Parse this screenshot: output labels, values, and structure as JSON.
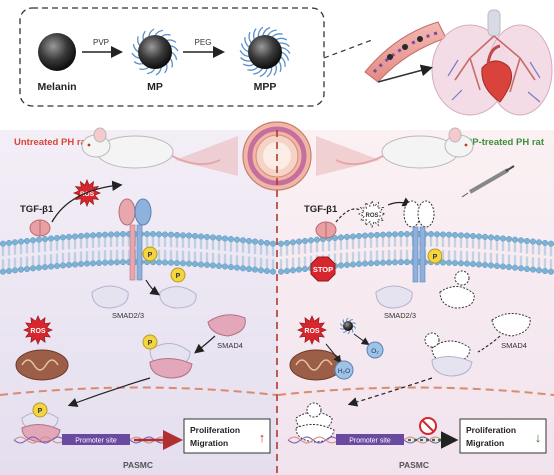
{
  "synthesis": {
    "steps": [
      {
        "label": "Melanin"
      },
      {
        "label": "MP"
      },
      {
        "label": "MPP"
      }
    ],
    "arrows": [
      {
        "label": "PVP"
      },
      {
        "label": "PEG"
      }
    ]
  },
  "panels": {
    "left": {
      "title": "Untreated PH rat",
      "title_color": "#d9463a",
      "tgf": "TGF-β1",
      "ros_top": "ROS",
      "ros_cell": "ROS",
      "p_label": "P",
      "smad23": "SMAD2/3",
      "smad4": "SMAD4",
      "promoter": "Promoter site",
      "outcome": [
        "Proliferation",
        "Migration"
      ],
      "outcome_symbol": "↑",
      "cell": "PASMC"
    },
    "right": {
      "title": "MPP-treated PH rat",
      "title_color": "#3a8f3a",
      "tgf": "TGF-β1",
      "ros_top": "ROS",
      "stop": "STOP",
      "ros_cell": "ROS",
      "o2": "O₂",
      "h2o": "H₂O",
      "p_label": "P",
      "smad23": "SMAD2/3",
      "smad4": "SMAD4",
      "promoter": "Promoter site",
      "outcome": [
        "Proliferation",
        "Migration"
      ],
      "outcome_symbol": "↓",
      "cell": "PASMC"
    }
  },
  "colors": {
    "up_arrow": "#c0392b",
    "down_arrow": "#2e7d32",
    "divider": "#b03a2e",
    "membrane": "#7ab3d6"
  }
}
